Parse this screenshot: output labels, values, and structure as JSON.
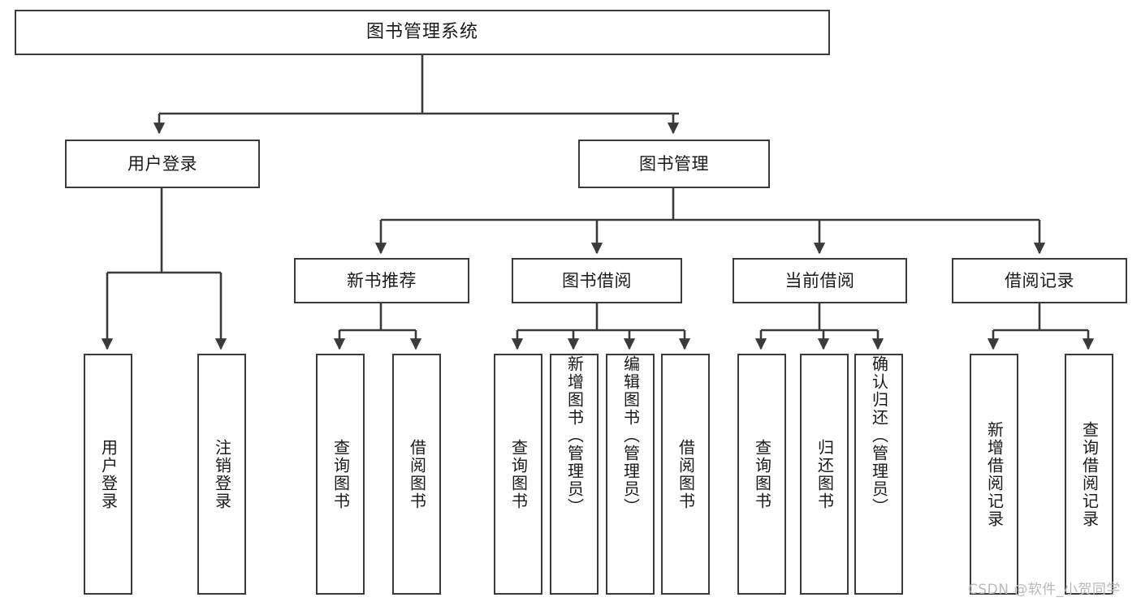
{
  "diagram": {
    "type": "tree",
    "title": "图书管理系统",
    "watermark": "CSDN @软件_小贺同学",
    "colors": {
      "background": "#ffffff",
      "stroke": "#3a3a3a",
      "text": "#1a1a1a",
      "watermark": "#b9b9b9"
    },
    "nodes": {
      "root": {
        "label": "图书管理系统"
      },
      "level1": [
        {
          "label": "用户登录"
        },
        {
          "label": "图书管理"
        }
      ],
      "level2": [
        {
          "label": "新书推荐"
        },
        {
          "label": "图书借阅"
        },
        {
          "label": "当前借阅"
        },
        {
          "label": "借阅记录"
        }
      ],
      "leaves": {
        "user_login": [
          {
            "label": "用户登录"
          },
          {
            "label": "注销登录"
          }
        ],
        "new_book_recommend": [
          {
            "label": "查询图书"
          },
          {
            "label": "借阅图书"
          }
        ],
        "book_borrow": [
          {
            "label": "查询图书"
          },
          {
            "label": "新增图书（管理员）"
          },
          {
            "label": "编辑图书（管理员）"
          },
          {
            "label": "借阅图书"
          }
        ],
        "current_borrow": [
          {
            "label": "查询图书"
          },
          {
            "label": "归还图书"
          },
          {
            "label": "确认归还（管理员）"
          }
        ],
        "borrow_record": [
          {
            "label": "新增借阅记录"
          },
          {
            "label": "查询借阅记录"
          }
        ]
      }
    }
  }
}
